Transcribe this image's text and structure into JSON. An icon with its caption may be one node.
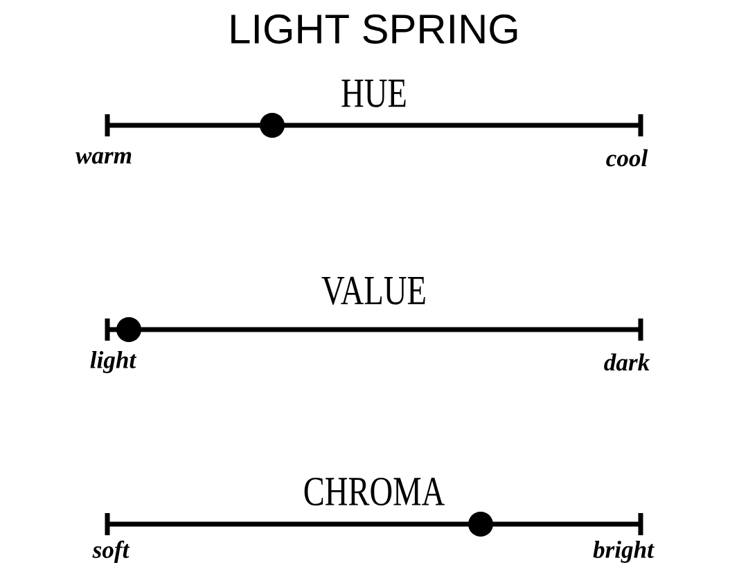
{
  "diagram": {
    "title": "LIGHT SPRING",
    "labels": [
      "HUE",
      "warm",
      "cool",
      "VALUE",
      "light",
      "dark",
      "CHROMA",
      "soft",
      "bright"
    ]
  }
}
